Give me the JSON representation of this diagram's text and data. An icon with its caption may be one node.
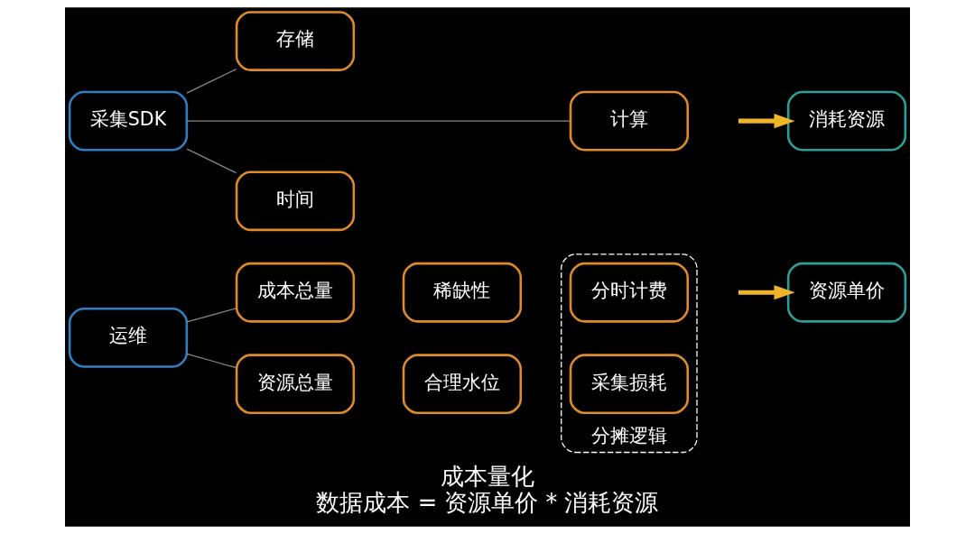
{
  "diagram": {
    "title": "成本量化",
    "nodes": [
      {
        "text": [
          "运维"
        ]
      },
      {
        "text": [
          "成本总量"
        ]
      },
      {
        "text": [
          "资源总量"
        ]
      },
      {
        "text": [
          "稀缺性"
        ]
      },
      {
        "text": [
          "合理水位"
        ]
      },
      {
        "text": [
          "分摊逻辑"
        ]
      },
      {
        "text": [
          "分时计费"
        ],
        "in": 5
      },
      {
        "text": [
          "采集损耗"
        ],
        "in": 5
      },
      {
        "text": [
          "资源单价"
        ]
      },
      {
        "text": [
          "采集SDK"
        ]
      },
      {
        "text": [
          "存储"
        ]
      },
      {
        "text": [
          "计算"
        ]
      },
      {
        "text": [
          "时间"
        ]
      },
      {
        "text": [
          "消耗资源"
        ]
      }
    ],
    "edges": [
      {
        "from": 0,
        "to": 1,
        "arrow": "none"
      },
      {
        "from": 0,
        "to": 2,
        "arrow": "none"
      },
      {
        "from": null,
        "to": 8,
        "arrow": "to",
        "style": "thick",
        "color": "#f0b429"
      },
      {
        "from": 9,
        "to": 10,
        "arrow": "none"
      },
      {
        "from": 9,
        "to": 11,
        "arrow": "none"
      },
      {
        "from": 9,
        "to": 12,
        "arrow": "none"
      },
      {
        "from": null,
        "to": 13,
        "arrow": "to",
        "style": "thick",
        "color": "#f0b429"
      }
    ],
    "caption": "数据成本 = 资源单价 * 消耗资源"
  }
}
